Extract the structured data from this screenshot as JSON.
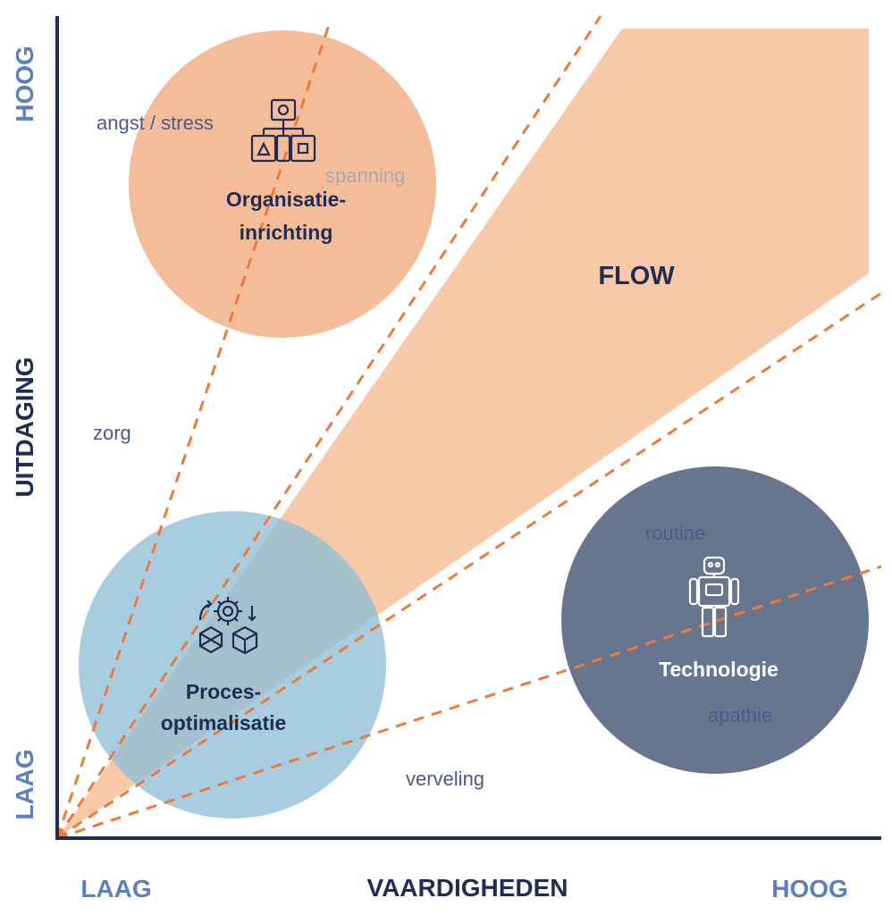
{
  "colors": {
    "axis": "#1f2d55",
    "axis_tick": "#5b7fbf",
    "flow_band": "#f7c9a8",
    "dashed": "#ec7a3a",
    "organisatie": "#f4b690",
    "proces": "#8fbfd8",
    "technologie": "#68758f",
    "zone_text": "#4a5a8a",
    "zone_text_light": "#a9aab0",
    "tech_text": "#ffffff"
  },
  "axes": {
    "x_label": "VAARDIGHEDEN",
    "y_label": "UITDAGING",
    "x_low": "LAAG",
    "x_high": "HOOG",
    "y_low": "LAAG",
    "y_high": "HOOG"
  },
  "flow": {
    "label": "FLOW"
  },
  "zones": {
    "angst": "angst / stress",
    "spanning": "spanning",
    "zorg": "zorg",
    "routine": "routine",
    "apathie": "apathie",
    "verveling": "verveling"
  },
  "circles": {
    "organisatie": {
      "line1": "Organisatie-",
      "line2": "inrichting",
      "icon": "organization-chart-icon"
    },
    "proces": {
      "line1": "Proces-",
      "line2": "optimalisatie",
      "icon": "gears-cubes-icon"
    },
    "technologie": {
      "line1": "Technologie",
      "icon": "robot-icon"
    }
  }
}
